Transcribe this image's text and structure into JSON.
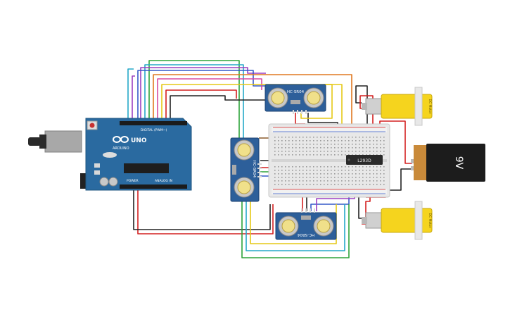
{
  "arduino": {
    "logo_text": "UNO",
    "brand": "ARDUINO",
    "digital_label": "DIGITAL (PWM~)",
    "analog_label": "ANALOG IN",
    "power_label": "POWER"
  },
  "sensors": [
    {
      "label": "HC-SR04"
    },
    {
      "label": "HC-SR04"
    },
    {
      "label": "HC-SR04"
    }
  ],
  "driver": {
    "label": "L293D"
  },
  "battery": {
    "label": "9V"
  },
  "motors": [
    {
      "label": "DC Motor"
    },
    {
      "label": "DC Motor"
    }
  ],
  "colors": {
    "board_blue": "#2a6aa0",
    "sensor_blue": "#2d5f9a",
    "motor_yellow": "#f5d41e",
    "battery_black": "#1c1c1c",
    "battery_copper": "#c98a3a",
    "breadboard": "#e8e8e8",
    "wire_red": "#d42020",
    "wire_black": "#222222",
    "wire_green": "#2da33a",
    "wire_orange": "#e07820",
    "wire_purple": "#9b3fc1",
    "wire_cyan": "#25a8c8",
    "wire_yellow": "#e5c816",
    "wire_pink": "#d84aa0",
    "wire_blue": "#3559c8",
    "wire_brown": "#8a5a2b"
  }
}
